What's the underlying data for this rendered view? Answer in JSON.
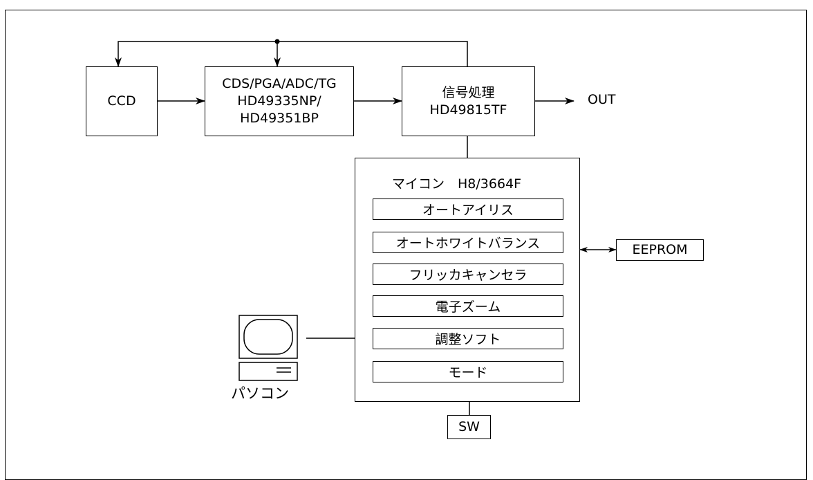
{
  "blocks": {
    "ccd": "CCD",
    "afe_line1": "CDS/PGA/ADC/TG",
    "afe_line2": "HD49335NP/",
    "afe_line3": "HD49351BP",
    "dsp_line1": "信号処理",
    "dsp_line2": "HD49815TF",
    "out": "OUT",
    "mcu_title": "マイコン　H8/3664F",
    "eeprom": "EEPROM",
    "sw": "SW",
    "pc": "パソコン"
  },
  "functions": [
    "オートアイリス",
    "オートホワイトバランス",
    "フリッカキャンセラ",
    "電子ズーム",
    "調整ソフト",
    "モード"
  ]
}
